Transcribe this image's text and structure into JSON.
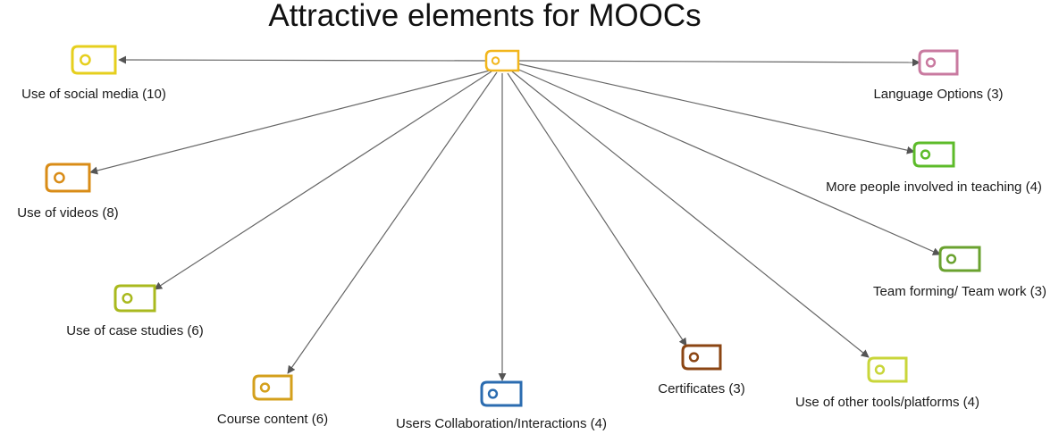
{
  "title": "Attractive elements for MOOCs",
  "root": {
    "color": "#f2b61c"
  },
  "nodes": [
    {
      "id": "social-media",
      "label": "Use of social media (10)",
      "color": "#e6cf1e"
    },
    {
      "id": "videos",
      "label": "Use of videos (8)",
      "color": "#d98c17"
    },
    {
      "id": "case-studies",
      "label": "Use of case studies (6)",
      "color": "#a9b91e"
    },
    {
      "id": "course-content",
      "label": "Course content (6)",
      "color": "#d4a01c"
    },
    {
      "id": "users-collaboration",
      "label": "Users Collaboration/Interactions (4)",
      "color": "#2b6cb0"
    },
    {
      "id": "certificates",
      "label": "Certificates (3)",
      "color": "#8b4513"
    },
    {
      "id": "other-tools",
      "label": "Use of other tools/platforms (4)",
      "color": "#c9d63a"
    },
    {
      "id": "team-forming",
      "label": "Team forming/ Team work (3)",
      "color": "#6aa22f"
    },
    {
      "id": "more-people",
      "label": "More people involved in teaching (4)",
      "color": "#5dbb2a"
    },
    {
      "id": "language-options",
      "label": "Language Options (3)",
      "color": "#c97aa0"
    }
  ]
}
